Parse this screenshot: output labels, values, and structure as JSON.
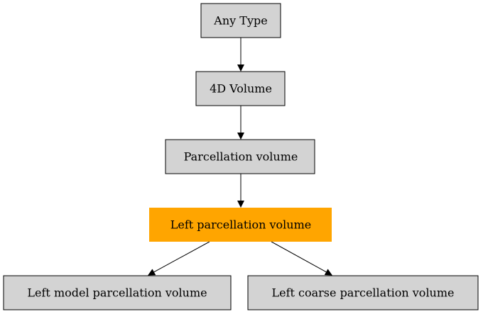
{
  "colors": {
    "default_fill": "#d3d3d3",
    "highlight_fill": "#ffa500",
    "stroke": "#000000",
    "text": "#000000"
  },
  "nodes": [
    {
      "id": "any-type",
      "label": "Any Type",
      "highlighted": false
    },
    {
      "id": "4d-volume",
      "label": "4D Volume",
      "highlighted": false
    },
    {
      "id": "parcellation-volume",
      "label": "Parcellation volume",
      "highlighted": false
    },
    {
      "id": "left-parcellation-volume",
      "label": "Left parcellation volume",
      "highlighted": true
    },
    {
      "id": "left-model-parcellation-volume",
      "label": "Left model parcellation volume",
      "highlighted": false
    },
    {
      "id": "left-coarse-parcellation-volume",
      "label": "Left coarse parcellation volume",
      "highlighted": false
    }
  ],
  "edges": [
    {
      "from": "any-type",
      "to": "4d-volume"
    },
    {
      "from": "4d-volume",
      "to": "parcellation-volume"
    },
    {
      "from": "parcellation-volume",
      "to": "left-parcellation-volume"
    },
    {
      "from": "left-parcellation-volume",
      "to": "left-model-parcellation-volume"
    },
    {
      "from": "left-parcellation-volume",
      "to": "left-coarse-parcellation-volume"
    }
  ]
}
